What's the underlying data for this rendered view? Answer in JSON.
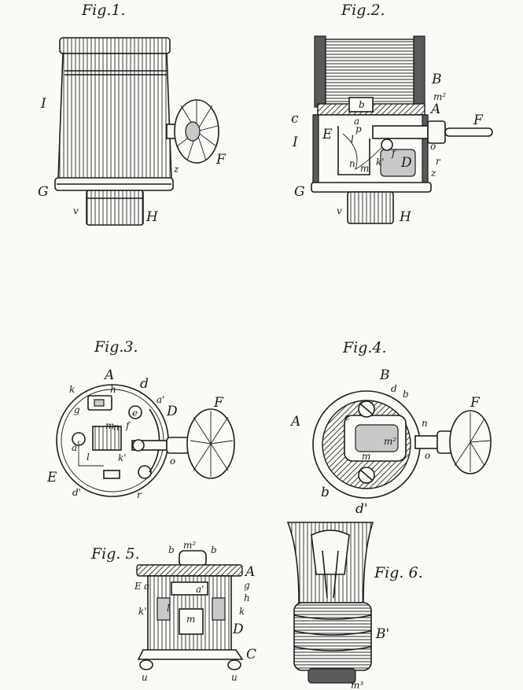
{
  "figures": [
    {
      "id": "fig1",
      "title": "Fig.1.",
      "labels": [
        "I",
        "G",
        "F",
        "z",
        "v",
        "H"
      ]
    },
    {
      "id": "fig2",
      "title": "Fig.2.",
      "labels": [
        "B",
        "m²",
        "A",
        "c",
        "I",
        "E",
        "G",
        "F",
        "a",
        "p",
        "l",
        "f",
        "n",
        "m",
        "k'",
        "D",
        "o",
        "r",
        "z",
        "v",
        "H",
        "b"
      ]
    },
    {
      "id": "fig3",
      "title": "Fig.3.",
      "labels": [
        "A",
        "k",
        "h",
        "d",
        "a'",
        "D",
        "F",
        "g",
        "e",
        "a",
        "n",
        "m",
        "f",
        "l",
        "k'",
        "E",
        "d'",
        "r",
        "o"
      ]
    },
    {
      "id": "fig4",
      "title": "Fig.4.",
      "labels": [
        "B",
        "d",
        "b",
        "F",
        "A",
        "c",
        "n",
        "m",
        "m²",
        "o",
        "b",
        "d'"
      ]
    },
    {
      "id": "fig5",
      "title": "Fig. 5.",
      "labels": [
        "b",
        "m²",
        "b",
        "A",
        "E",
        "a",
        "a'",
        "g",
        "h",
        "k'",
        "l",
        "k",
        "m",
        "D",
        "C",
        "u",
        "u"
      ]
    },
    {
      "id": "fig6",
      "title": "Fig. 6.",
      "labels": [
        "B'",
        "m³"
      ]
    }
  ]
}
